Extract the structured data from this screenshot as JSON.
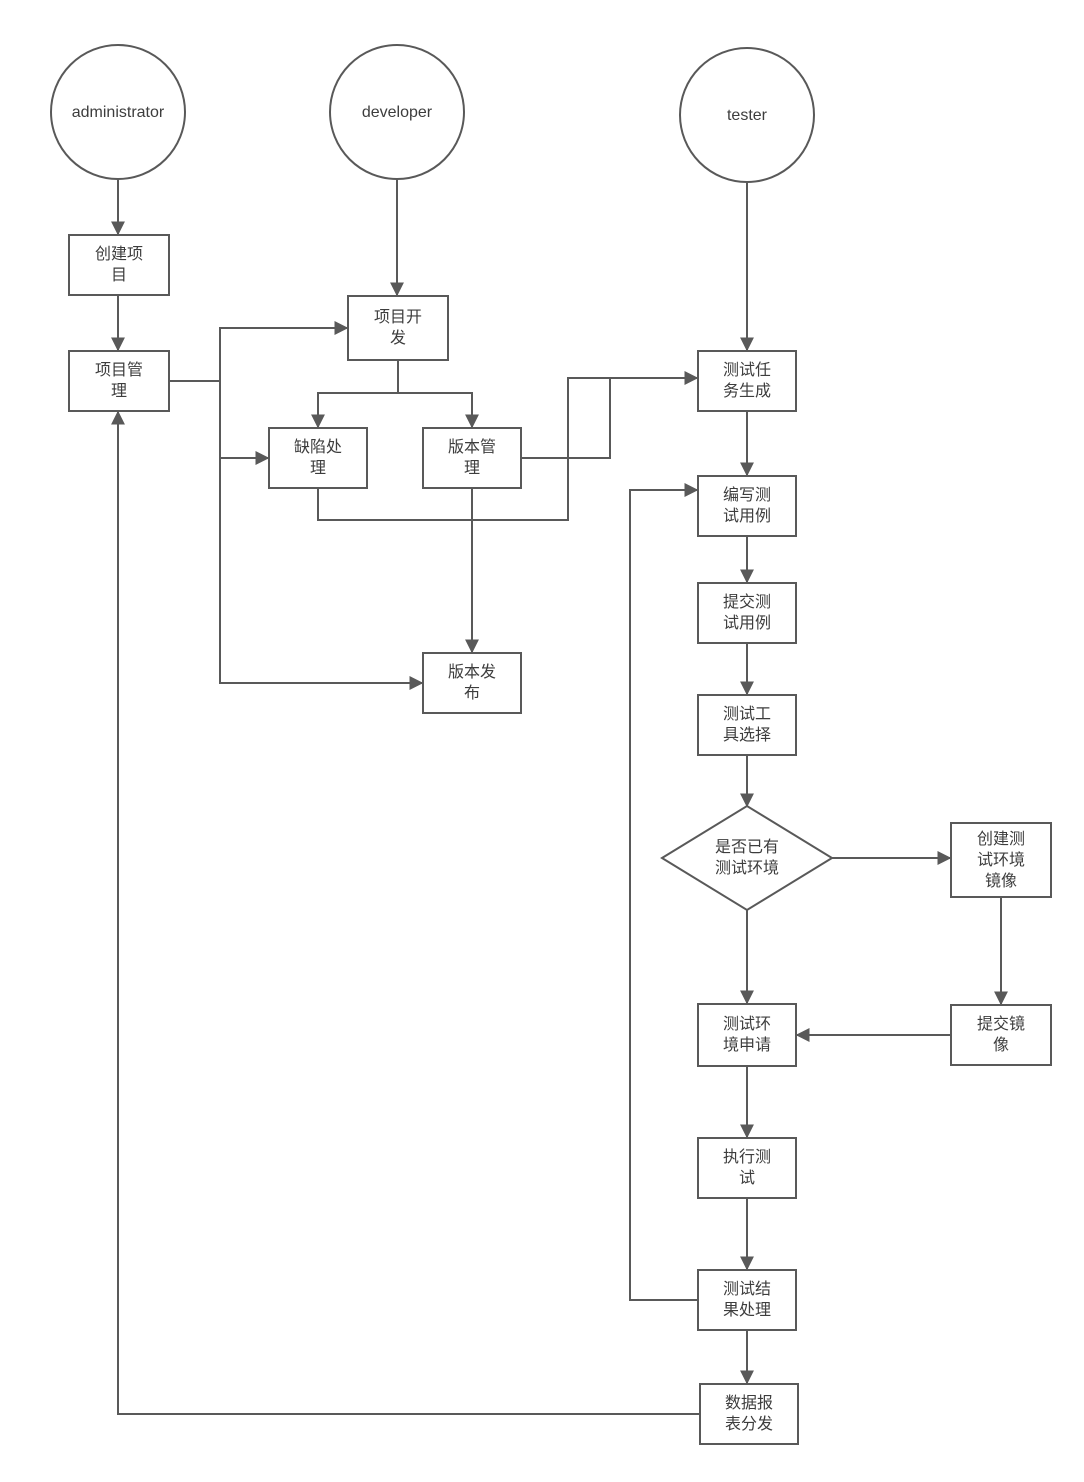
{
  "diagram": {
    "colors": {
      "stroke": "#595959",
      "text": "#3d3d3d",
      "background": "#ffffff"
    },
    "actors": {
      "administrator": "administrator",
      "developer": "developer",
      "tester": "tester"
    },
    "nodes": {
      "create_project": "创建项目",
      "project_mgmt": "项目管理",
      "project_dev": "项目开发",
      "defect_handling": "缺陷处理",
      "version_mgmt": "版本管理",
      "version_release": "版本发布",
      "test_task_gen": "测试任务生成",
      "write_test_cases": "编写测试用例",
      "submit_test_cases": "提交测试用例",
      "test_tool_select": "测试工具选择",
      "env_decision": "是否已有测试环境",
      "create_env_image": "创建测试环境镜像",
      "submit_image": "提交镜像",
      "env_apply": "测试环境申请",
      "exec_test": "执行测试",
      "result_handling": "测试结果处理",
      "report_dist": "数据报表分发"
    }
  }
}
